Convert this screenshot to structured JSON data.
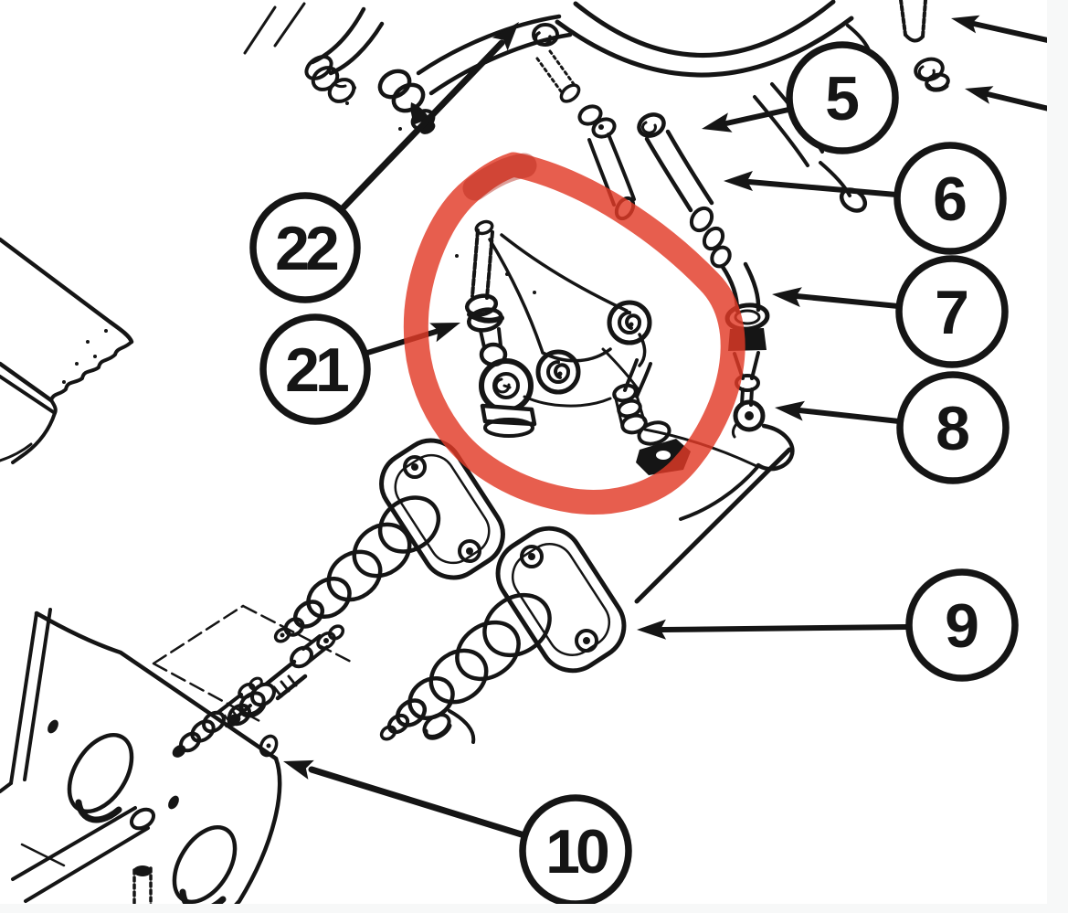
{
  "figure": {
    "kind": "exploded-parts-line-drawing",
    "background_color": "#ffffff",
    "line_color": "#151515",
    "edge_strip_color": "#f7f8f8",
    "highlight": {
      "shape": "freehand-marker-loop",
      "color": "#e23b27"
    }
  },
  "callouts": [
    {
      "id": "5",
      "label": "5"
    },
    {
      "id": "6",
      "label": "6"
    },
    {
      "id": "7",
      "label": "7"
    },
    {
      "id": "8",
      "label": "8"
    },
    {
      "id": "9",
      "label": "9"
    },
    {
      "id": "10",
      "label": "10"
    },
    {
      "id": "21",
      "label": "21"
    },
    {
      "id": "22",
      "label": "22"
    }
  ]
}
